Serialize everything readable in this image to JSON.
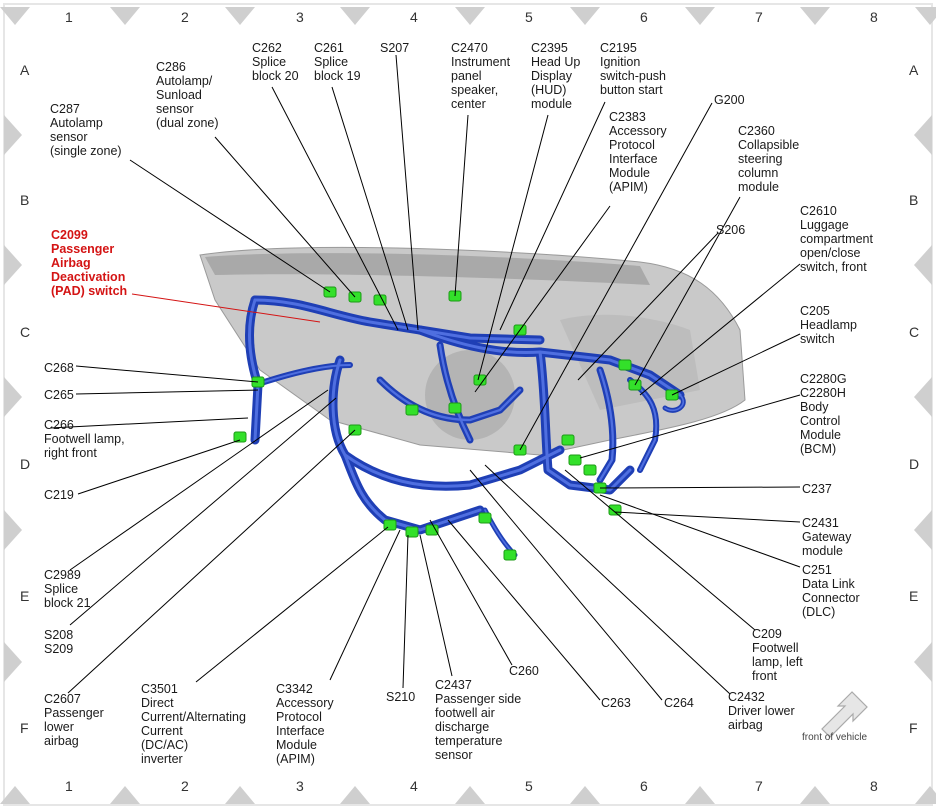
{
  "grid": {
    "columns": [
      "1",
      "2",
      "3",
      "4",
      "5",
      "6",
      "7",
      "8"
    ],
    "rows": [
      "A",
      "B",
      "C",
      "D",
      "E",
      "F"
    ]
  },
  "callouts": [
    {
      "id": "c287",
      "text": "C287\nAutolamp\nsensor\n(single zone)"
    },
    {
      "id": "c286",
      "text": "C286\nAutolamp/\nSunload\nsensor\n(dual zone)"
    },
    {
      "id": "c262",
      "text": "C262\nSplice\nblock 20"
    },
    {
      "id": "c261",
      "text": "C261\nSplice\nblock 19"
    },
    {
      "id": "s207",
      "text": "S207"
    },
    {
      "id": "c2470",
      "text": "C2470\nInstrument\npanel\nspeaker,\ncenter"
    },
    {
      "id": "c2395",
      "text": "C2395\nHead Up\nDisplay\n(HUD)\nmodule"
    },
    {
      "id": "c2195",
      "text": "C2195\nIgnition\nswitch-push\nbutton start"
    },
    {
      "id": "g200",
      "text": "G200"
    },
    {
      "id": "c2383",
      "text": "C2383\nAccessory\nProtocol\nInterface\nModule\n(APIM)"
    },
    {
      "id": "c2360",
      "text": "C2360\nCollapsible\nsteering\ncolumn\nmodule"
    },
    {
      "id": "s206",
      "text": "S206"
    },
    {
      "id": "c2610",
      "text": "C2610\nLuggage\ncompartment\nopen/close\nswitch, front"
    },
    {
      "id": "c2099",
      "text": "C2099\nPassenger\nAirbag\nDeactivation\n(PAD) switch",
      "highlight": true
    },
    {
      "id": "c205",
      "text": "C205\nHeadlamp\nswitch"
    },
    {
      "id": "c268",
      "text": "C268"
    },
    {
      "id": "c265",
      "text": "C265"
    },
    {
      "id": "c266",
      "text": "C266\nFootwell lamp,\nright front"
    },
    {
      "id": "c2280",
      "text": "C2280G\nC2280H\nBody\nControl\nModule\n(BCM)"
    },
    {
      "id": "c219",
      "text": "C219"
    },
    {
      "id": "c237",
      "text": "C237"
    },
    {
      "id": "c2431",
      "text": "C2431\nGateway\nmodule"
    },
    {
      "id": "c251",
      "text": "C251\nData Link\nConnector\n(DLC)"
    },
    {
      "id": "c2989",
      "text": "C2989\nSplice\nblock 21"
    },
    {
      "id": "s208",
      "text": "S208\nS209"
    },
    {
      "id": "c209",
      "text": "C209\nFootwell\nlamp, left\nfront"
    },
    {
      "id": "c260",
      "text": "C260"
    },
    {
      "id": "c2607",
      "text": "C2607\nPassenger\nlower\nairbag"
    },
    {
      "id": "c3501",
      "text": "C3501\nDirect\nCurrent/Alternating\nCurrent\n(DC/AC)\ninverter"
    },
    {
      "id": "c3342",
      "text": "C3342\nAccessory\nProtocol\nInterface\nModule\n(APIM)"
    },
    {
      "id": "s210",
      "text": "S210"
    },
    {
      "id": "c2437",
      "text": "C2437\nPassenger side\nfootwell air\ndischarge\ntemperature\nsensor"
    },
    {
      "id": "c263",
      "text": "C263"
    },
    {
      "id": "c264",
      "text": "C264"
    },
    {
      "id": "c2432",
      "text": "C2432\nDriver lower\nairbag"
    }
  ],
  "front_indicator": {
    "text": "front of vehicle"
  },
  "colors": {
    "harness": "#1f3fb5",
    "connector": "#33e02a",
    "leader": "#000000",
    "highlight": "#d41414",
    "panel": "#b9b9b9"
  }
}
